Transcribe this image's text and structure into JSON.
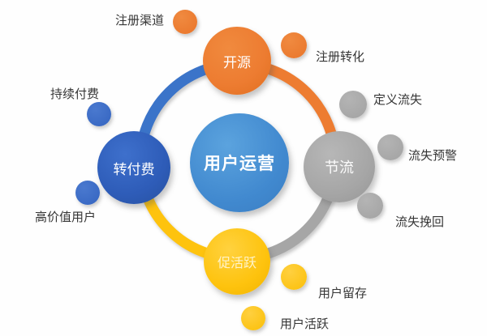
{
  "diagram": {
    "center": {
      "label": "用户运营",
      "color": "#4189CF"
    },
    "branches": [
      {
        "id": "open-source",
        "label": "开源",
        "color": "#ED7C31"
      },
      {
        "id": "throttling",
        "label": "节流",
        "color": "#A6A6A6"
      },
      {
        "id": "activation",
        "label": "促活跃",
        "color": "#FEC30E"
      },
      {
        "id": "monetization",
        "label": "转付费",
        "color": "#2E5CB8"
      }
    ],
    "arcs": [
      {
        "from": "转付费",
        "to": "开源",
        "quadrant": "top-left",
        "color": "#3B74C9"
      },
      {
        "from": "开源",
        "to": "节流",
        "quadrant": "top-right",
        "color": "#ED7C31"
      },
      {
        "from": "节流",
        "to": "促活跃",
        "quadrant": "bottom-right",
        "color": "#A6A6A6"
      },
      {
        "from": "促活跃",
        "to": "转付费",
        "quadrant": "bottom-left",
        "color": "#FEC30E"
      }
    ],
    "satellites": [
      {
        "label": "注册渠道",
        "branch": "开源",
        "color": "#E9752A"
      },
      {
        "label": "注册转化",
        "branch": "开源",
        "color": "#E9752A"
      },
      {
        "label": "定义流失",
        "branch": "节流",
        "color": "#A2A2A2"
      },
      {
        "label": "流失预警",
        "branch": "节流",
        "color": "#A2A2A2"
      },
      {
        "label": "流失挽回",
        "branch": "节流",
        "color": "#A2A2A2"
      },
      {
        "label": "用户留存",
        "branch": "促活跃",
        "color": "#FBBF06"
      },
      {
        "label": "用户活跃",
        "branch": "促活跃",
        "color": "#FBBF06"
      },
      {
        "label": "持续付费",
        "branch": "转付费",
        "color": "#3464C0"
      },
      {
        "label": "高价值用户",
        "branch": "转付费",
        "color": "#3464C0"
      }
    ]
  }
}
